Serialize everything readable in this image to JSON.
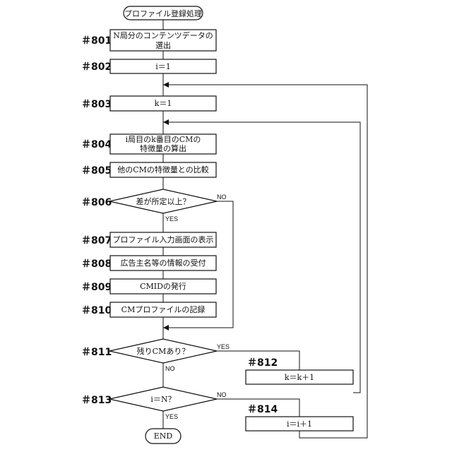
{
  "flowchart": {
    "start": "プロファイル登録処理",
    "end": "END",
    "steps": {
      "s801": {
        "id": "＃801",
        "line1": "N局分のコンテンツデータの",
        "line2": "選出"
      },
      "s802": {
        "id": "＃802",
        "text": "i＝1"
      },
      "s803": {
        "id": "＃803",
        "text": "k＝1"
      },
      "s804": {
        "id": "＃804",
        "line1": "i局目のk番目のCMの",
        "line2": "特徴量の算出"
      },
      "s805": {
        "id": "＃805",
        "text": "他のCMの特徴量との比較"
      },
      "s806": {
        "id": "＃806",
        "text": "差が所定以上？",
        "yes": "YES",
        "no": "NO"
      },
      "s807": {
        "id": "＃807",
        "text": "プロファイル入力画面の表示"
      },
      "s808": {
        "id": "＃808",
        "text": "広告主名等の情報の受付"
      },
      "s809": {
        "id": "＃809",
        "text": "CMIDの発行"
      },
      "s810": {
        "id": "＃810",
        "text": "CMプロファイルの記録"
      },
      "s811": {
        "id": "＃811",
        "text": "残りCMあり？",
        "yes": "YES",
        "no": "NO"
      },
      "s812": {
        "id": "＃812",
        "text": "k＝k＋1"
      },
      "s813": {
        "id": "＃813",
        "text": "i＝N？",
        "yes": "YES",
        "no": "NO"
      },
      "s814": {
        "id": "＃814",
        "text": "i＝i＋1"
      }
    }
  }
}
